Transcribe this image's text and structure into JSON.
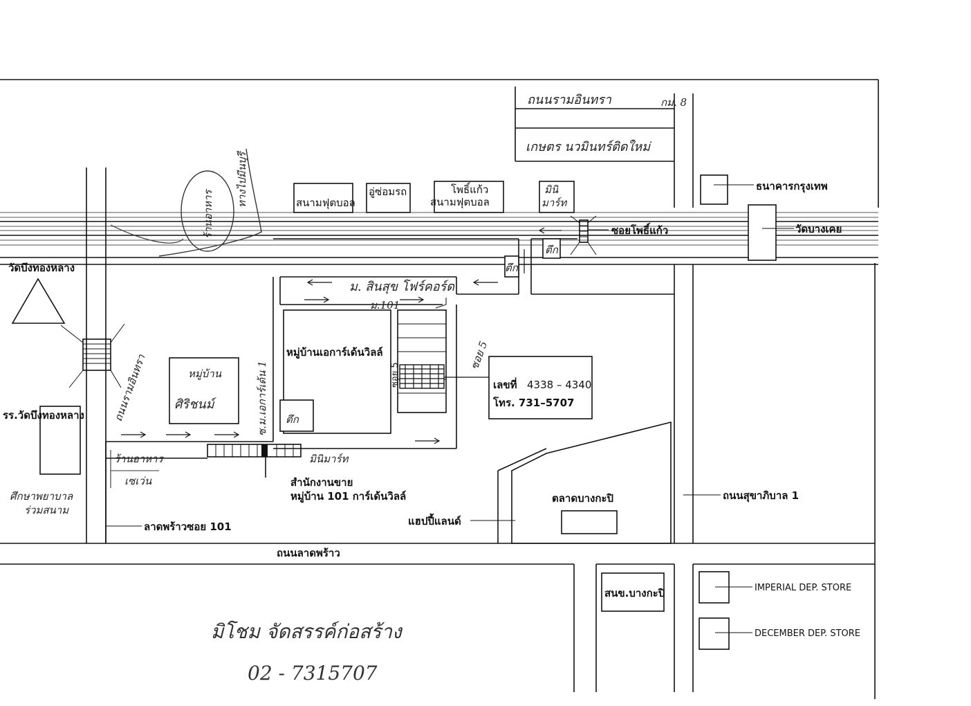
{
  "labels": {
    "top_road": "ถนนรามอินทรา",
    "top_road_km": "กม. 8",
    "campus": "เกษตร นวมินทร์ติดใหม่",
    "bank": "ธนาคารกรุงเทพ",
    "temple_bangkhoei": "วัดบางเคย",
    "soi_phosikaew": "ซอยโพธิ์แก้ว",
    "football_1": "สนามฟุตบอล",
    "garage": "อู่ซ่อมรถ",
    "phosikaew": "โพธิ์แก้ว",
    "football_2": "สนามฟุตบอล",
    "mini_1": "มินิ",
    "mini_2": "มาร์ท",
    "shop_top": "ตึก",
    "shop_top2": "ตึก",
    "hand_curve": "ทางไปมีนบุรี",
    "hand_circle": "ร้านอาหาร",
    "temple_bungthonglang": "วัดบึงทองหลาง",
    "moo_sinsuk": "ม. สินสุข โฟร์คอร์ด",
    "moo_101": "ม.101",
    "village_garden": "หมู่บ้านเอการ์เด้นวิลล์",
    "soi_5": "ซอย 5",
    "soi_5_small": "ซอย 5",
    "target_no": "เลขที่",
    "target_no_value": "4338 – 4340",
    "target_tel": "โทร. 731–5707",
    "hand_village": "หมู่บ้าน",
    "hand_village2": "ศิริชนม์",
    "hand_soi": "ซ.ม.เอการ์เด้น 1",
    "hand_road": "ถนนรามอินทรา",
    "school": "รร.วัดบึงทองหลาง",
    "shop_mid": "ตึก",
    "hand_mini": "มินิมาร์ท",
    "hand_restaurant": "ร้านอาหาร",
    "hand_seven": "เซเว่น",
    "hand_hospital": "ศึกษาพยาบาล",
    "hand_hospital2": "ร่วมสนาม",
    "sales_office_1": "สำนักงานขาย",
    "sales_office_2": "หมู่บ้าน 101 การ์เด้นวิลล์",
    "happyland": "แฮปปี้แลนด์",
    "market": "ตลาดบางกะปิ",
    "road_sukhaphiban": "ถนนสุขาภิบาล 1",
    "soi_101": "ลาดพร้าวซอย 101",
    "road_ladprao": "ถนนลาดพร้าว",
    "district_office": "สนข.บางกะปิ",
    "imperial": "IMPERIAL  DEP. STORE",
    "december": "DECEMBER DEP. STORE",
    "signature": "มิโชม จัดสรรค์ก่อสร้าง",
    "phone_hand": "02 - 7315707"
  }
}
